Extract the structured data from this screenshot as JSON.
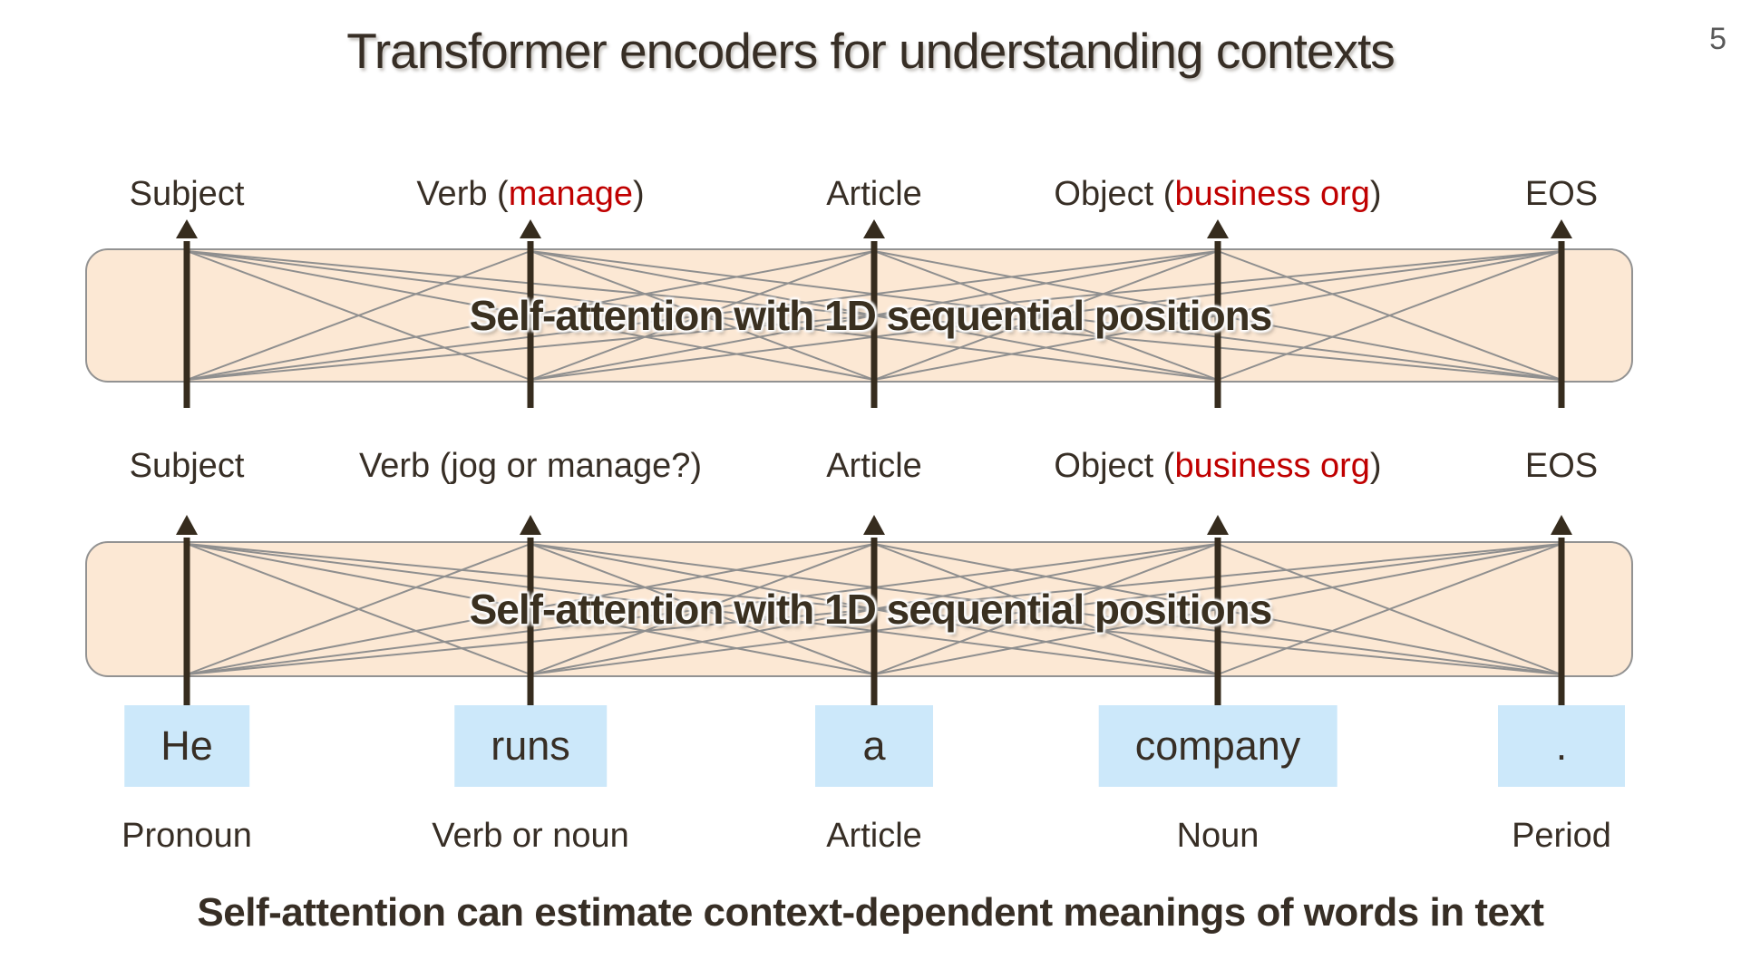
{
  "title": "Transformer encoders for understanding contexts",
  "page_number": "5",
  "encoder_top": {
    "box_label": "Self-attention with 1D sequential positions",
    "outputs": [
      {
        "pre": "Subject",
        "red": "",
        "post": ""
      },
      {
        "pre": "Verb (",
        "red": "manage",
        "post": ")"
      },
      {
        "pre": "Article",
        "red": "",
        "post": ""
      },
      {
        "pre": "Object (",
        "red": "business org",
        "post": ")"
      },
      {
        "pre": "EOS",
        "red": "",
        "post": ""
      }
    ]
  },
  "encoder_bottom": {
    "box_label": "Self-attention with 1D sequential positions",
    "outputs": [
      {
        "pre": "Subject",
        "red": "",
        "post": ""
      },
      {
        "pre": "Verb (jog or manage?)",
        "red": "",
        "post": ""
      },
      {
        "pre": "Article",
        "red": "",
        "post": ""
      },
      {
        "pre": "Object (",
        "red": "business org",
        "post": ")"
      },
      {
        "pre": "EOS",
        "red": "",
        "post": ""
      }
    ]
  },
  "tokens": [
    {
      "text": "He",
      "pos": "Pronoun"
    },
    {
      "text": "runs",
      "pos": "Verb or noun"
    },
    {
      "text": "a",
      "pos": "Article"
    },
    {
      "text": "company",
      "pos": "Noun"
    },
    {
      "text": ".",
      "pos": "Period"
    }
  ],
  "caption": "Self-attention can estimate context-dependent meanings of words in text",
  "colors": {
    "accent_red": "#c00000",
    "box_fill": "#fce8d4",
    "box_border": "#929292",
    "token_fill": "#cce8fa",
    "attention_line": "#8f8f8f",
    "arrow": "#362c1e",
    "text": "#372e25",
    "page_number": "#595959"
  }
}
